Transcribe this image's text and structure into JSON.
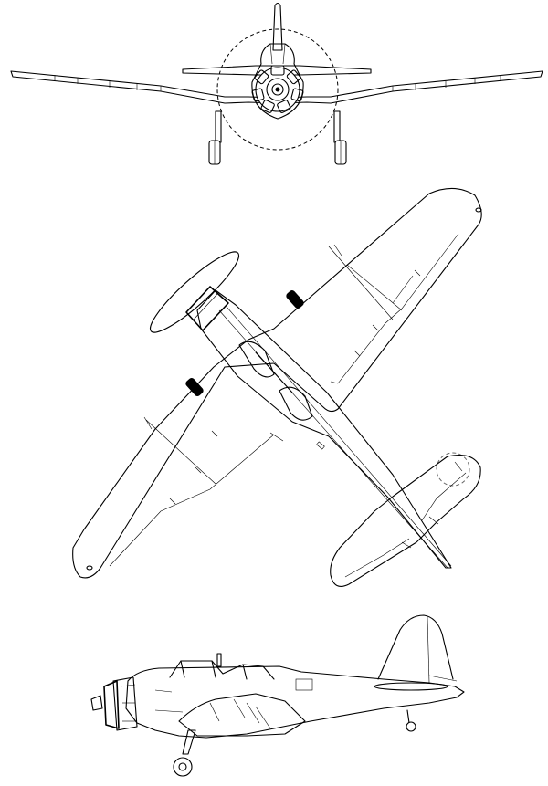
{
  "views": [
    {
      "id": "front"
    },
    {
      "id": "top"
    },
    {
      "id": "side"
    }
  ]
}
